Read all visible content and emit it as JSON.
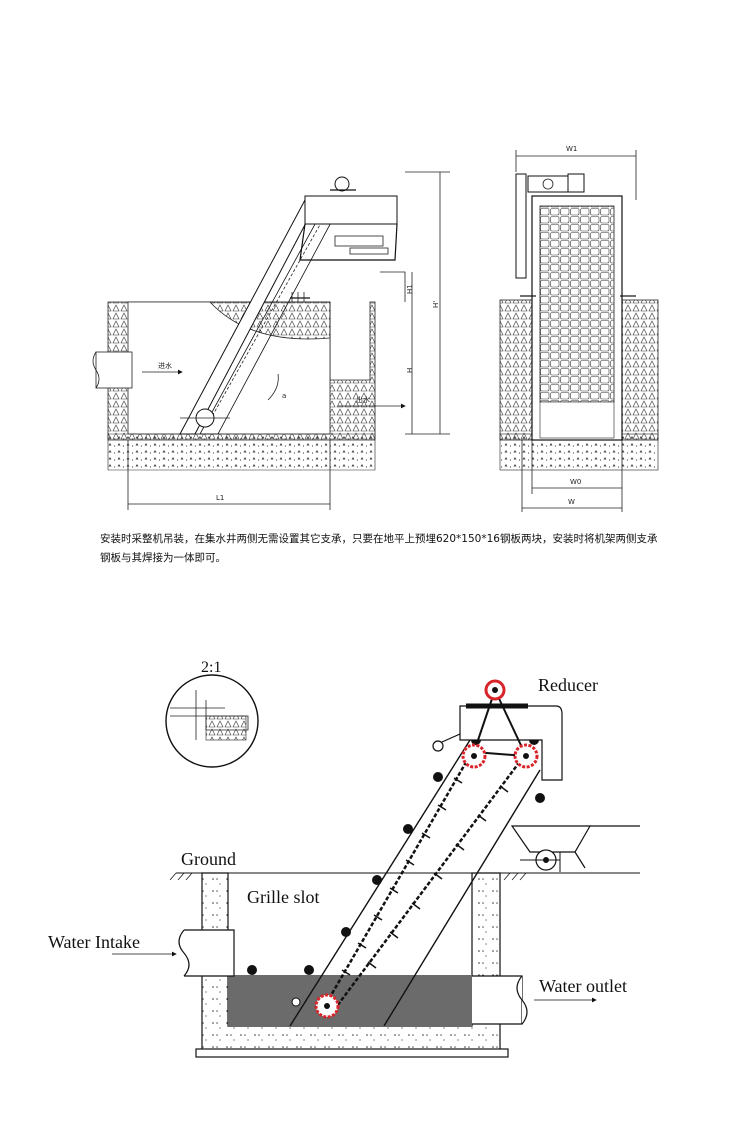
{
  "top_side_view": {
    "label_h1": "H1",
    "label_h_prime": "H'",
    "label_h": "H",
    "label_l1": "L1",
    "label_inflow": "进水",
    "label_outflow": "出水",
    "label_angle": "a"
  },
  "top_front_view": {
    "label_w1": "W1",
    "label_w0": "W0",
    "label_w": "W"
  },
  "caption": "安装时采整机吊装，在集水井两侧无需设置其它支承，只要在地平上预埋620*150*16钢板两块，安装时将机架两侧支承钢板与其焊接为一体即可。",
  "bottom_diagram": {
    "detail_scale": "2:1",
    "label_reducer": "Reducer",
    "label_ground": "Ground",
    "label_grille_slot": "Grille slot",
    "label_water_intake": "Water Intake",
    "label_water_outlet": "Water outlet",
    "colors": {
      "sprocket": "#d9252a",
      "water": "#6b6b6b",
      "line": "#111111"
    }
  }
}
